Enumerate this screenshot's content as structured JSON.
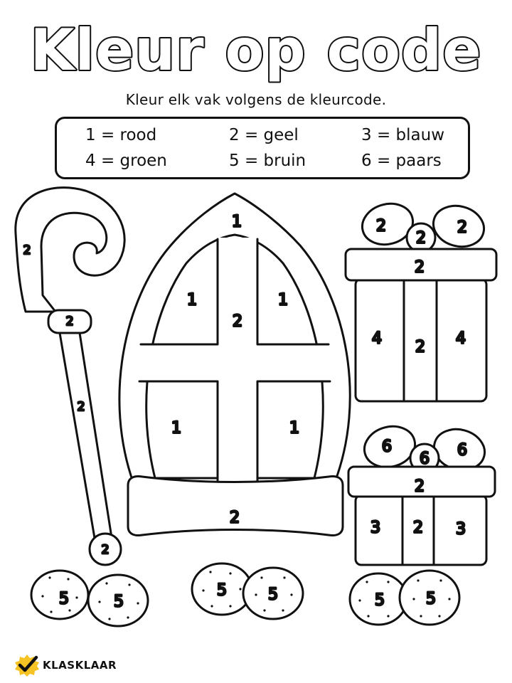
{
  "title": "Kleur op code",
  "instruction": "Kleur elk vak volgens de kleurcode.",
  "legend": [
    {
      "label": "1 = rood"
    },
    {
      "label": "2 = geel"
    },
    {
      "label": "3 = blauw"
    },
    {
      "label": "4 = groen"
    },
    {
      "label": "5 = bruin"
    },
    {
      "label": "6 = paars"
    }
  ],
  "regions": {
    "staff_hook": "2",
    "staff_ring": "2",
    "staff_pole": "2",
    "staff_knob": "2",
    "mitre_top": "1",
    "mitre_cross": "2",
    "mitre_upper_left": "1",
    "mitre_upper_right": "1",
    "mitre_lower_left": "1",
    "mitre_lower_right": "1",
    "mitre_band": "2",
    "gift1_bow_left": "2",
    "gift1_bow_knot": "2",
    "gift1_bow_right": "2",
    "gift1_lid": "2",
    "gift1_left": "4",
    "gift1_ribbon": "2",
    "gift1_right": "4",
    "gift2_bow_left": "6",
    "gift2_bow_knot": "6",
    "gift2_bow_right": "6",
    "gift2_lid": "2",
    "gift2_left": "3",
    "gift2_ribbon": "2",
    "gift2_right": "3",
    "cookie_1": "5",
    "cookie_2": "5",
    "cookie_3": "5",
    "cookie_4": "5",
    "cookie_5": "5",
    "cookie_6": "5"
  },
  "brand": "KLASKLAAR"
}
